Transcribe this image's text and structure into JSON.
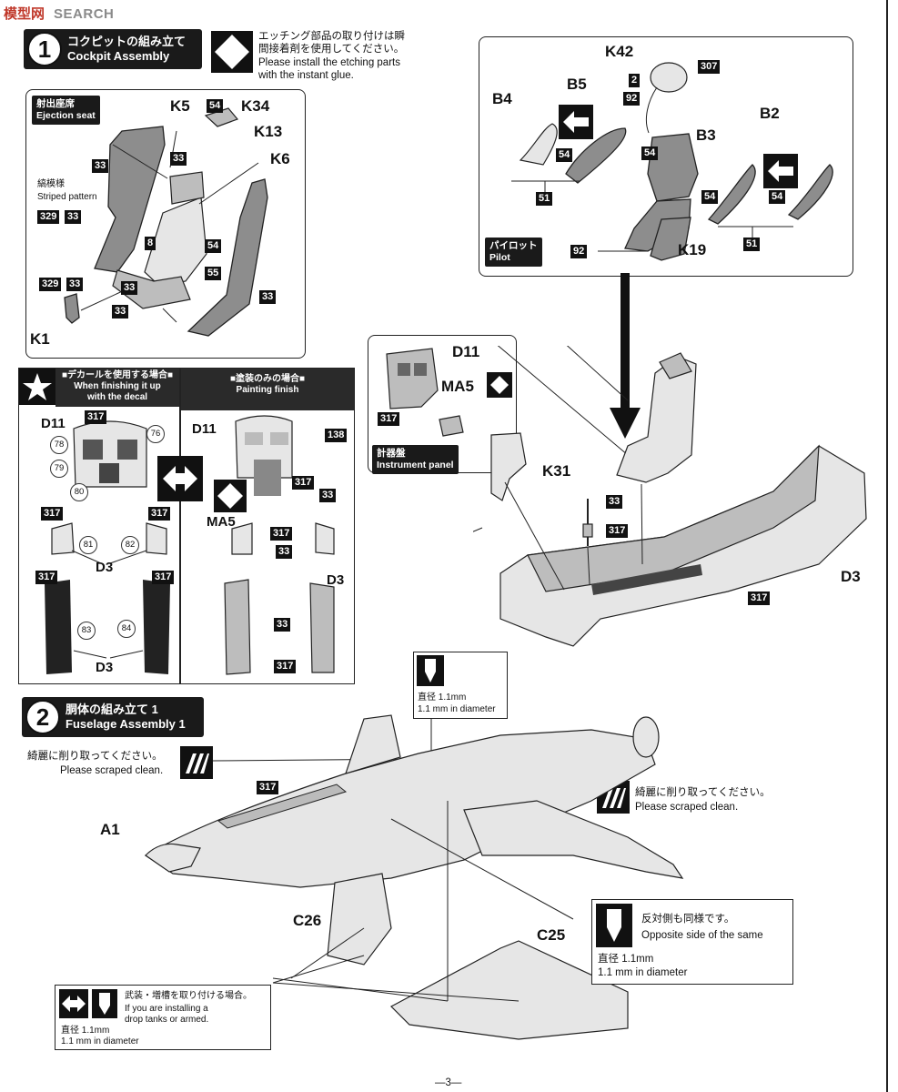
{
  "watermark": {
    "left": "模型网",
    "right": "SEARCH"
  },
  "step1": {
    "number": "1",
    "title_jp": "コクピットの組み立て",
    "title_en": "Cockpit Assembly",
    "note_jp_1": "エッチング部品の取り付けは瞬",
    "note_jp_2": "間接着剤を使用してください。",
    "note_en_1": "Please install the etching parts",
    "note_en_2": "with the instant glue."
  },
  "ejection": {
    "tag_jp": "射出座席",
    "tag_en": "Ejection seat",
    "striped_jp": "縞模様",
    "striped_en": "Striped pattern",
    "labels": {
      "k5": "K5",
      "k34": "K34",
      "k13": "K13",
      "k6": "K6",
      "k1": "K1"
    },
    "nums": {
      "a": "33",
      "b": "54",
      "c": "33",
      "d": "329",
      "e": "33",
      "f": "8",
      "g": "54",
      "h": "55",
      "i": "329",
      "j": "33",
      "k": "33",
      "l": "33",
      "m": "33"
    }
  },
  "pilot": {
    "tag_jp": "パイロット",
    "tag_en": "Pilot",
    "labels": {
      "k42": "K42",
      "b5": "B5",
      "b4": "B4",
      "b3": "B3",
      "b2": "B2",
      "k19": "K19"
    },
    "nums": {
      "a": "2",
      "b": "307",
      "c": "92",
      "d": "54",
      "e": "51",
      "f": "54",
      "g": "54",
      "h": "54",
      "i": "51",
      "j": "92"
    }
  },
  "instrument": {
    "tag_jp": "計器盤",
    "tag_en": "Instrument panel",
    "label_d11": "D11",
    "label_ma5": "MA5",
    "num_317": "317"
  },
  "decal": {
    "head_left": "■デカールを使用する場合■",
    "head_left_en_1": "When finishing it up",
    "head_left_en_2": "with the decal",
    "head_right": "■塗装のみの場合■",
    "head_right_en": "Painting finish",
    "left": {
      "d11": "D11",
      "n317": "317",
      "c76": "76",
      "c78": "78",
      "c79": "79",
      "c80": "80",
      "n317b": "317",
      "n317c": "317",
      "c81": "81",
      "c82": "82",
      "d3a": "D3",
      "n317d": "317",
      "n317e": "317",
      "c83": "83",
      "c84": "84",
      "d3b": "D3"
    },
    "right": {
      "d11": "D11",
      "n138": "138",
      "n317": "317",
      "n33": "33",
      "ma5": "MA5",
      "n317b": "317",
      "n33b": "33",
      "d3": "D3",
      "n33c": "33",
      "n317c": "317"
    }
  },
  "cockpit": {
    "k31": "K31",
    "n33": "33",
    "n317": "317",
    "d3": "D3",
    "n317b": "317"
  },
  "step2": {
    "number": "2",
    "title_jp": "胴体の組み立て 1",
    "title_en": "Fuselage Assembly 1",
    "scrape_jp": "綺麗に削り取ってください。",
    "scrape_en": "Please scraped clean.",
    "scrape2_jp": "綺麗に削り取ってください。",
    "scrape2_en": "Please scraped clean.",
    "drill_jp": "直径 1.1mm",
    "drill_en": "1.1 mm in diameter",
    "opp_jp": "反対側も同様です。",
    "opp_en": "Opposite side of the same",
    "opp_drill_jp": "直径 1.1mm",
    "opp_drill_en": "1.1 mm in diameter",
    "arm_jp": "武装・増槽を取り付ける場合。",
    "arm_en_1": "If you are installing a",
    "arm_en_2": "drop tanks or armed.",
    "arm_drill_jp": "直径 1.1mm",
    "arm_drill_en": "1.1 mm in diameter",
    "labels": {
      "a1": "A1",
      "c26": "C26",
      "c25": "C25"
    },
    "n317": "317"
  },
  "page_number": "—3—"
}
